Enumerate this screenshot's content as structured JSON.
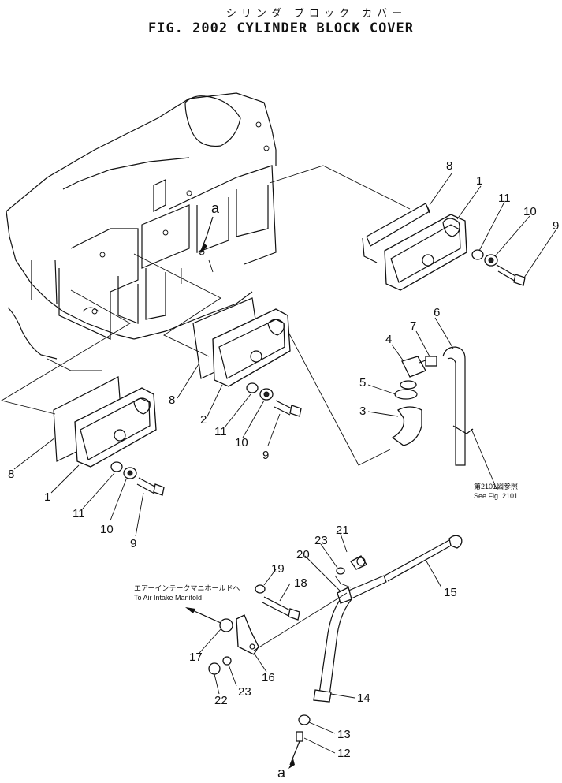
{
  "header": {
    "title_ja": "シリンダ ブロック カバー",
    "title_en": "FIG. 2002  CYLINDER BLOCK COVER"
  },
  "refs": {
    "ref_a": "a",
    "ref_fig_ja": "第2101図参照",
    "ref_fig_en": "See Fig. 2101",
    "air_intake_ja": "エアーインテークマニホールドへ",
    "air_intake_en": "To Air Intake Manifold"
  },
  "callouts": [
    "1",
    "2",
    "3",
    "4",
    "5",
    "6",
    "7",
    "8",
    "9",
    "10",
    "11",
    "12",
    "13",
    "14",
    "15",
    "16",
    "17",
    "18",
    "19",
    "20",
    "21",
    "22",
    "23"
  ],
  "colors": {
    "ink": "#111111",
    "paper": "#ffffff"
  }
}
